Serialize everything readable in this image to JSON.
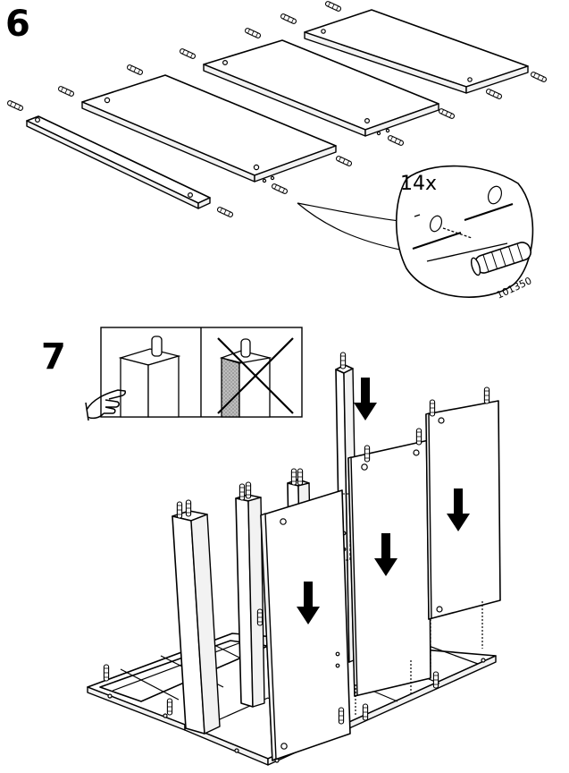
{
  "steps": {
    "step6": {
      "number": "6",
      "quantity": "14x",
      "part_number": "101350"
    },
    "step7": {
      "number": "7"
    }
  },
  "icons": {
    "dowel_detail": "dowel-icon",
    "correct_example": "correct-orientation-icon",
    "wrong_example": "wrong-orientation-icon",
    "pointing_hand": "pointing-hand-icon",
    "down_arrow": "down-arrow-icon"
  },
  "colors": {
    "line": "#000000",
    "background": "#ffffff",
    "shade": "#9a9a9a"
  }
}
